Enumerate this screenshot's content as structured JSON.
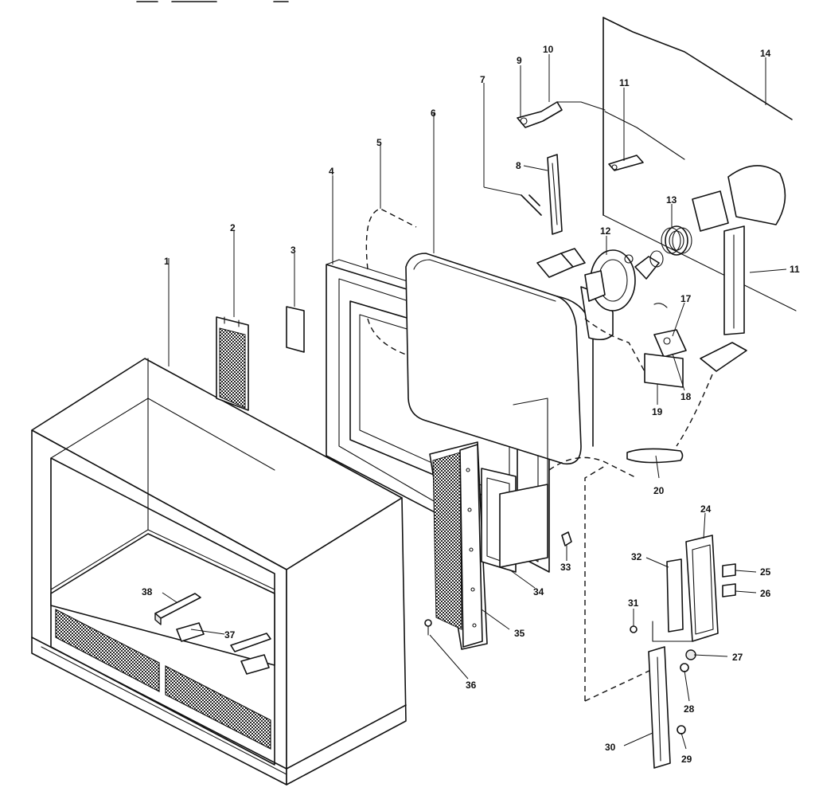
{
  "callouts": [
    {
      "id": "1",
      "text": "1"
    },
    {
      "id": "2",
      "text": "2"
    },
    {
      "id": "3",
      "text": "3"
    },
    {
      "id": "4",
      "text": "4"
    },
    {
      "id": "5",
      "text": "5"
    },
    {
      "id": "6",
      "text": "6"
    },
    {
      "id": "7",
      "text": "7"
    },
    {
      "id": "8",
      "text": "8"
    },
    {
      "id": "9",
      "text": "9"
    },
    {
      "id": "10",
      "text": "10"
    },
    {
      "id": "11a",
      "text": "11"
    },
    {
      "id": "11b",
      "text": "11"
    },
    {
      "id": "12",
      "text": "12"
    },
    {
      "id": "13",
      "text": "13"
    },
    {
      "id": "14",
      "text": "14"
    },
    {
      "id": "17",
      "text": "17"
    },
    {
      "id": "18",
      "text": "18"
    },
    {
      "id": "19",
      "text": "19"
    },
    {
      "id": "20",
      "text": "20"
    },
    {
      "id": "24",
      "text": "24"
    },
    {
      "id": "25",
      "text": "25"
    },
    {
      "id": "26",
      "text": "26"
    },
    {
      "id": "27",
      "text": "27"
    },
    {
      "id": "28",
      "text": "28"
    },
    {
      "id": "29",
      "text": "29"
    },
    {
      "id": "30",
      "text": "30"
    },
    {
      "id": "31",
      "text": "31"
    },
    {
      "id": "32",
      "text": "32"
    },
    {
      "id": "33",
      "text": "33"
    },
    {
      "id": "34",
      "text": "34"
    },
    {
      "id": "35",
      "text": "35"
    },
    {
      "id": "36",
      "text": "36"
    },
    {
      "id": "37",
      "text": "37"
    },
    {
      "id": "38",
      "text": "38"
    }
  ]
}
